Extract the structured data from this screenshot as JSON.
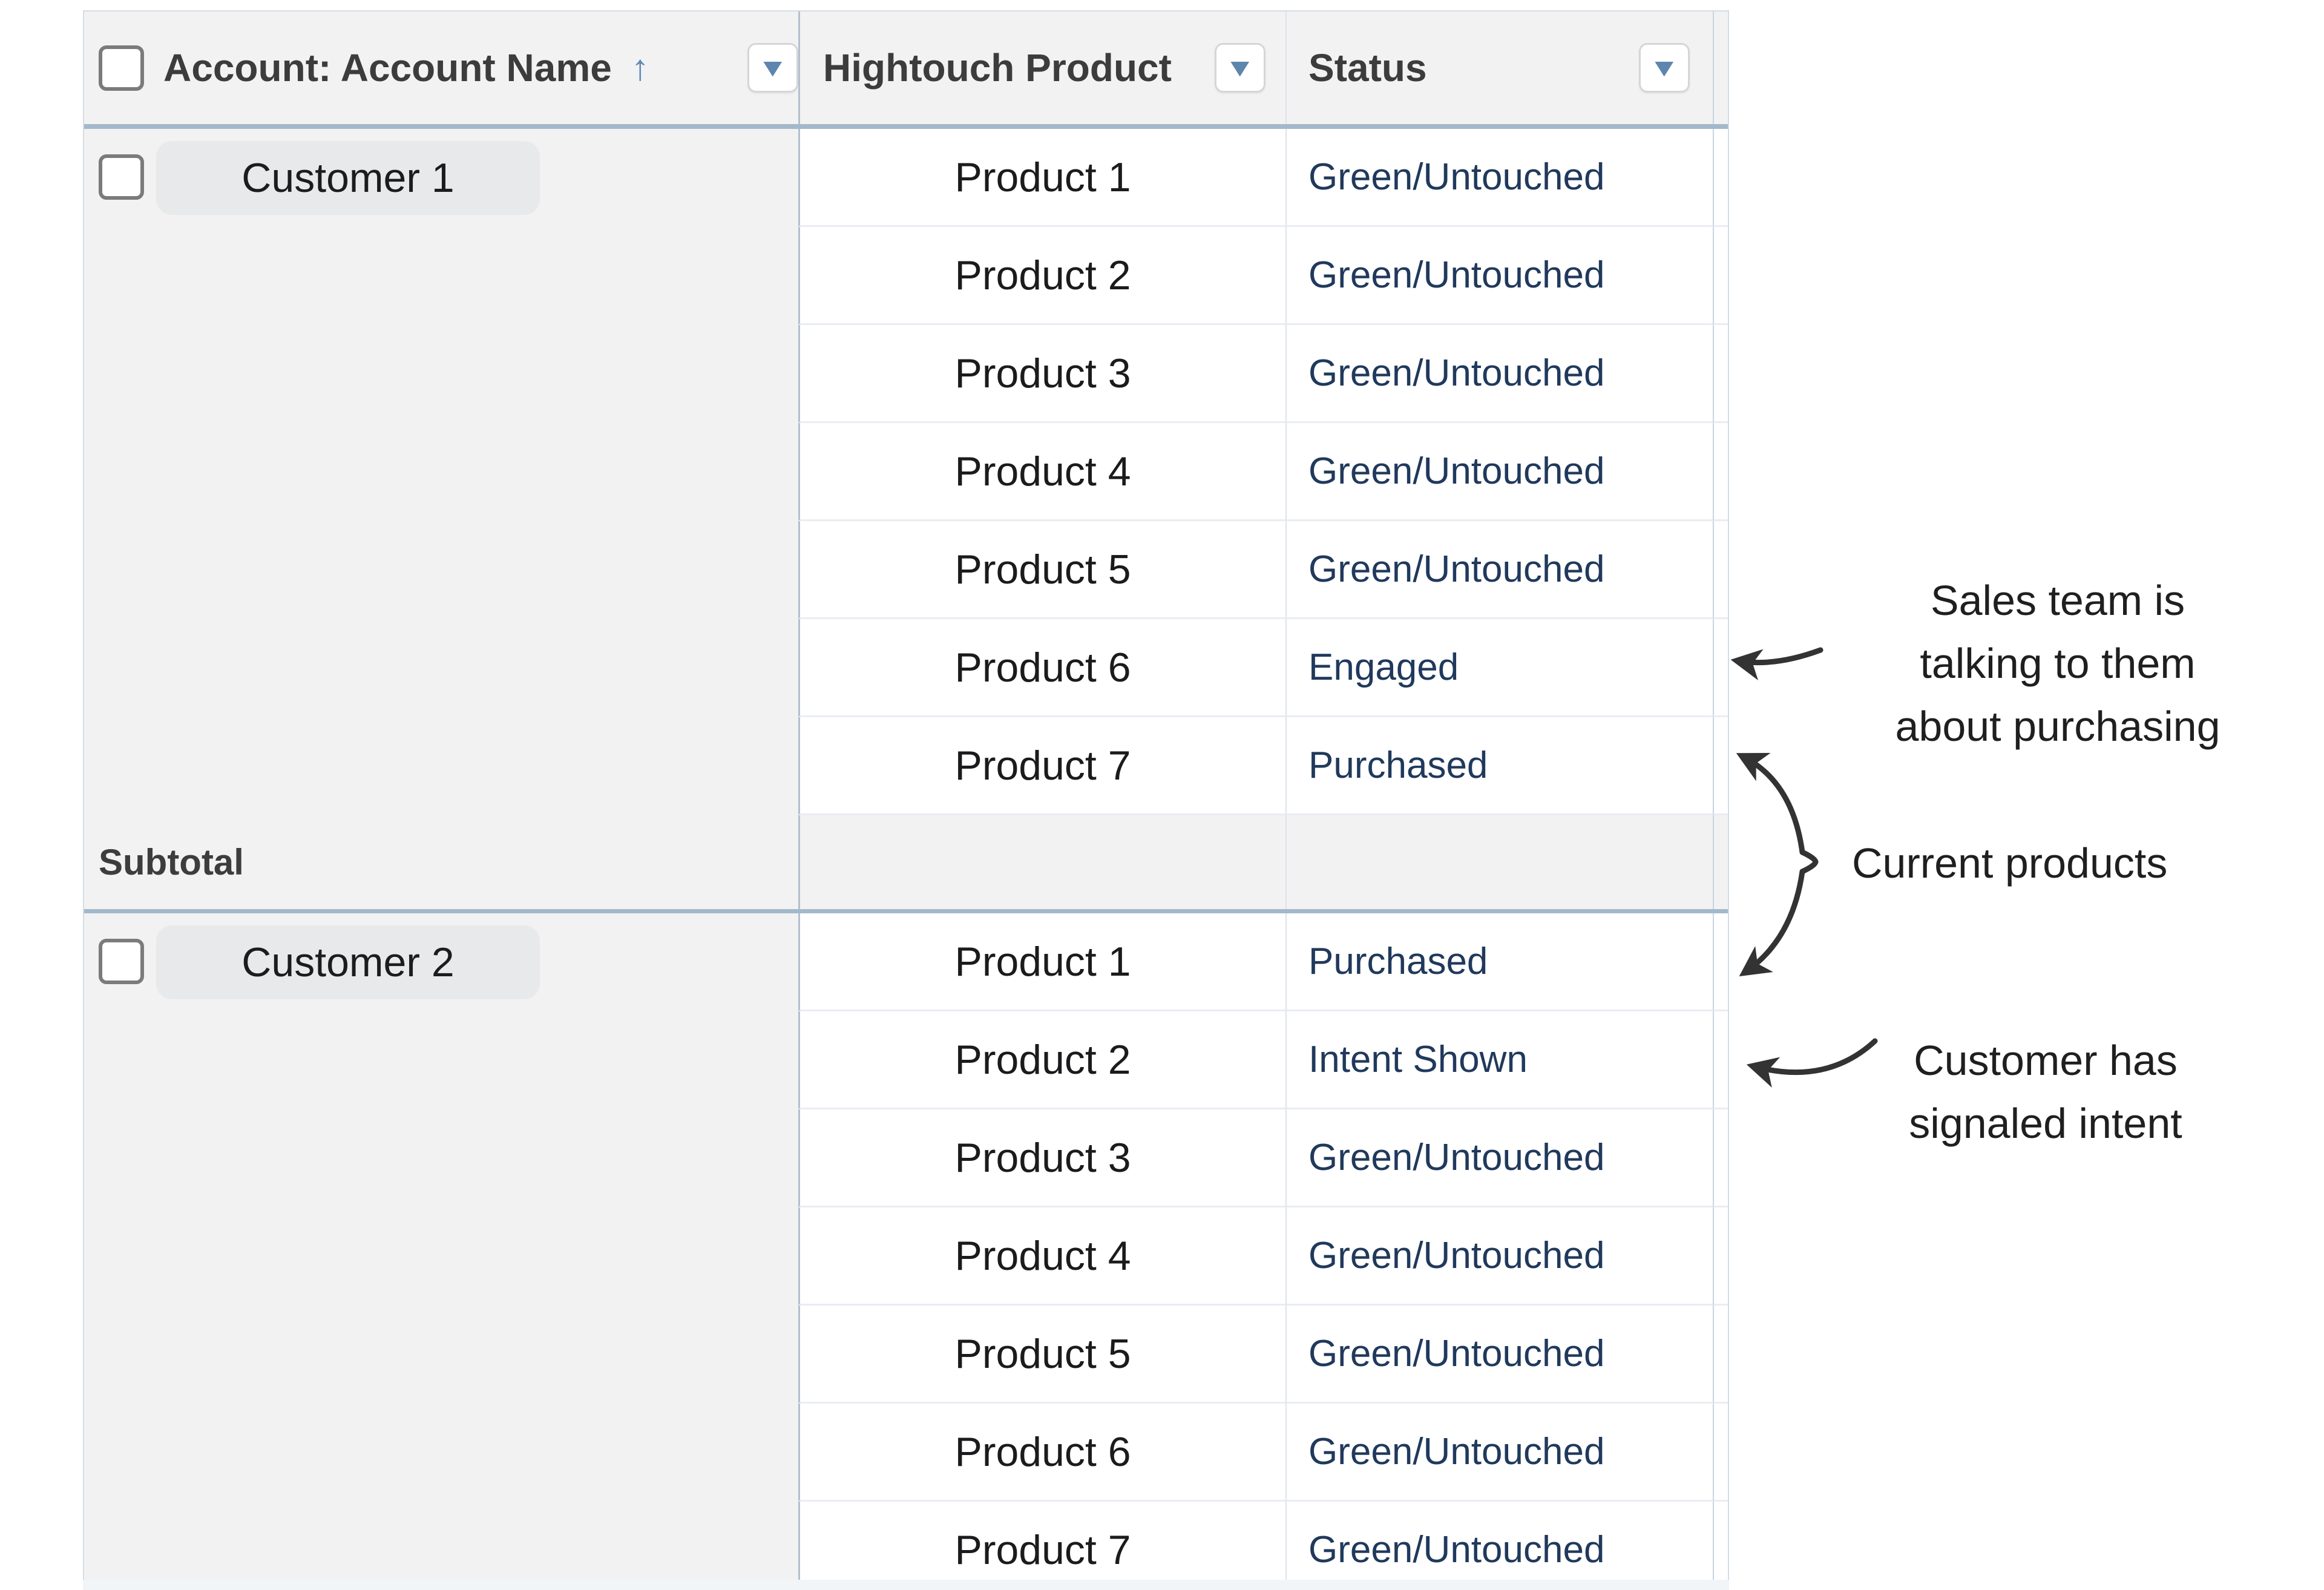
{
  "table": {
    "select_all_checked": false,
    "columns": [
      {
        "label": "Account: Account Name",
        "sorted": "ascending",
        "has_filter": true
      },
      {
        "label": "Hightouch Product",
        "has_filter": true
      },
      {
        "label": "Status",
        "has_filter": true
      }
    ],
    "groups": [
      {
        "account": "Customer 1",
        "selected": false,
        "rows": [
          {
            "product": "Product 1",
            "status": "Green/Untouched"
          },
          {
            "product": "Product 2",
            "status": "Green/Untouched"
          },
          {
            "product": "Product 3",
            "status": "Green/Untouched"
          },
          {
            "product": "Product 4",
            "status": "Green/Untouched"
          },
          {
            "product": "Product 5",
            "status": "Green/Untouched"
          },
          {
            "product": "Product 6",
            "status": "Engaged"
          },
          {
            "product": "Product 7",
            "status": "Purchased"
          }
        ],
        "subtotal_label": "Subtotal"
      },
      {
        "account": "Customer 2",
        "selected": false,
        "rows": [
          {
            "product": "Product 1",
            "status": "Purchased"
          },
          {
            "product": "Product 2",
            "status": "Intent Shown"
          },
          {
            "product": "Product 3",
            "status": "Green/Untouched"
          },
          {
            "product": "Product 4",
            "status": "Green/Untouched"
          },
          {
            "product": "Product 5",
            "status": "Green/Untouched"
          },
          {
            "product": "Product 6",
            "status": "Green/Untouched"
          },
          {
            "product": "Product 7",
            "status": "Green/Untouched"
          }
        ]
      }
    ]
  },
  "glyphs": {
    "sort_asc": "↑",
    "filter": "▼"
  },
  "annotations": [
    {
      "id": "sales-team",
      "text": "Sales team is\ntalking to them\nabout purchasing"
    },
    {
      "id": "current-products",
      "text": "Current products"
    },
    {
      "id": "signaled-intent",
      "text": "Customer has\nsignaled intent"
    }
  ],
  "colors": {
    "status_text": "#20395c",
    "header_bg": "#f2f2f3",
    "thick_border": "#a3b8cb",
    "filter_icon": "#5d85ae",
    "annotation_ink": "#333333"
  }
}
